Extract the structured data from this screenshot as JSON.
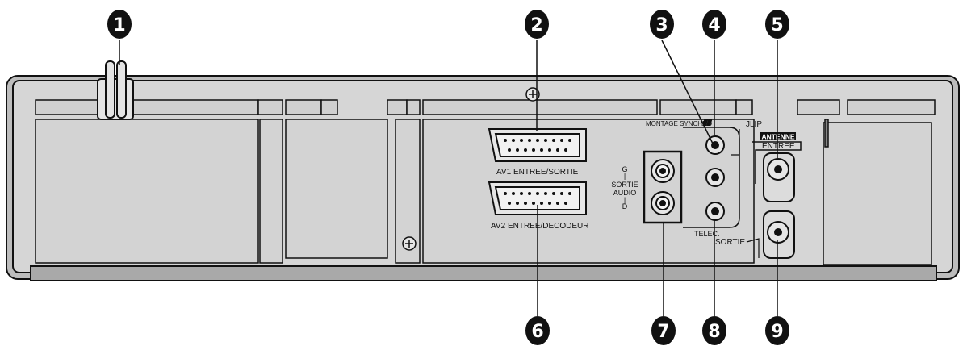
{
  "labels": {
    "av1": "AV1 ENTREE/SORTIE",
    "av2": "AV2 ENTREE/DECODEUR",
    "montage": "MONTAGE SYNCHRO",
    "jlip": "JLIP",
    "antenne": "ANTENNE",
    "entree": "ENTREE",
    "sortie_antenna": "SORTIE",
    "audio_g": "G",
    "audio_sortie": "SORTIE",
    "audio_audio": "AUDIO",
    "audio_d": "D",
    "telec": "TELEC."
  },
  "callouts": [
    {
      "num": "1"
    },
    {
      "num": "2"
    },
    {
      "num": "3"
    },
    {
      "num": "4"
    },
    {
      "num": "5"
    },
    {
      "num": "6"
    },
    {
      "num": "7"
    },
    {
      "num": "8"
    },
    {
      "num": "9"
    }
  ],
  "colors": {
    "panel": "#d2d2d2",
    "stroke": "#111111",
    "dark": "#1a1a1a"
  }
}
